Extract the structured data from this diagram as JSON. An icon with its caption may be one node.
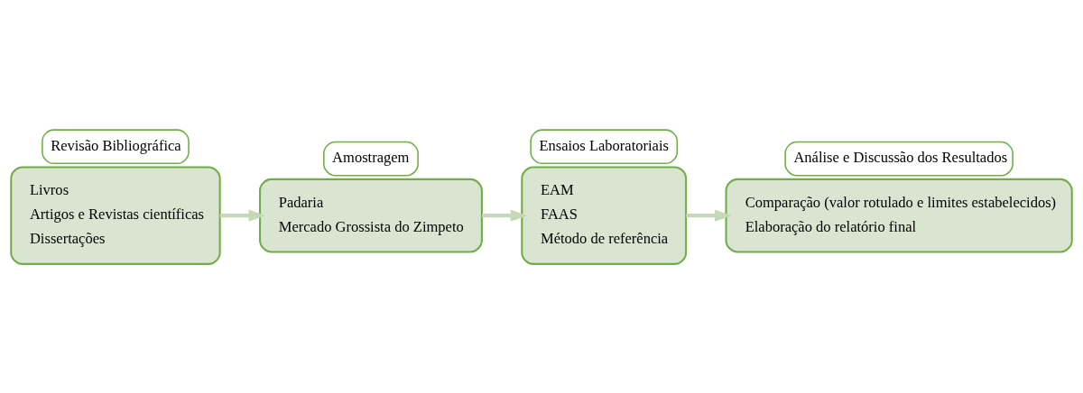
{
  "diagram": {
    "nodes": [
      {
        "text": [
          "Livros",
          "Artigos e Revistas científicas",
          "Dissertações"
        ]
      },
      {
        "text": [
          "Revisão Bibliográfica"
        ]
      },
      {
        "text": [
          "Amostragem"
        ]
      },
      {
        "text": [
          "Padaria",
          "Mercado Grossista do Zimpeto"
        ]
      },
      {
        "text": [
          "EAM",
          "FAAS",
          "Método de referência"
        ]
      },
      {
        "text": [
          "Ensaios Laboratoriais"
        ]
      },
      {
        "text": [
          "Análise e Discussão dos Resultados"
        ]
      },
      {
        "text": [
          "Comparação (valor rotulado e limites estabelecidos)",
          "Elaboração do relatório final"
        ]
      }
    ],
    "edges": [
      {
        "from": 0,
        "to": 3,
        "arrow": "to"
      },
      {
        "from": 3,
        "to": 4,
        "arrow": "to"
      },
      {
        "from": 4,
        "to": 7,
        "arrow": "to"
      }
    ]
  }
}
